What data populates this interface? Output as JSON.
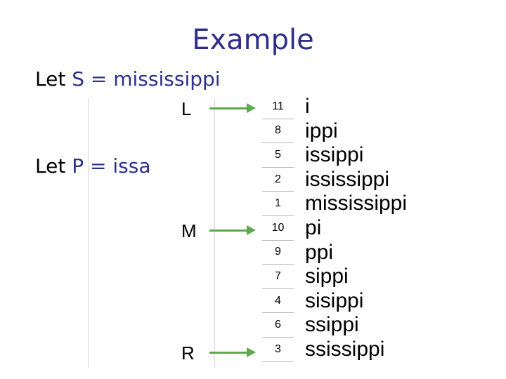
{
  "title": "Example",
  "let_s": {
    "prefix": "Let",
    "expr": "S = mississippi"
  },
  "let_p": {
    "prefix": "Let",
    "expr": "P = issa"
  },
  "markers": {
    "L": "L",
    "M": "M",
    "R": "R"
  },
  "suffix_array": [
    "11",
    "8",
    "5",
    "2",
    "1",
    "10",
    "9",
    "7",
    "4",
    "6",
    "3"
  ],
  "suffixes": [
    "i",
    "ippi",
    "issippi",
    "ississippi",
    "mississippi",
    "pi",
    "ppi",
    "sippi",
    "sisippi",
    "ssippi",
    "ssissippi"
  ],
  "colors": {
    "title": "#2e2e8c",
    "arrow": "#5fa84e"
  }
}
